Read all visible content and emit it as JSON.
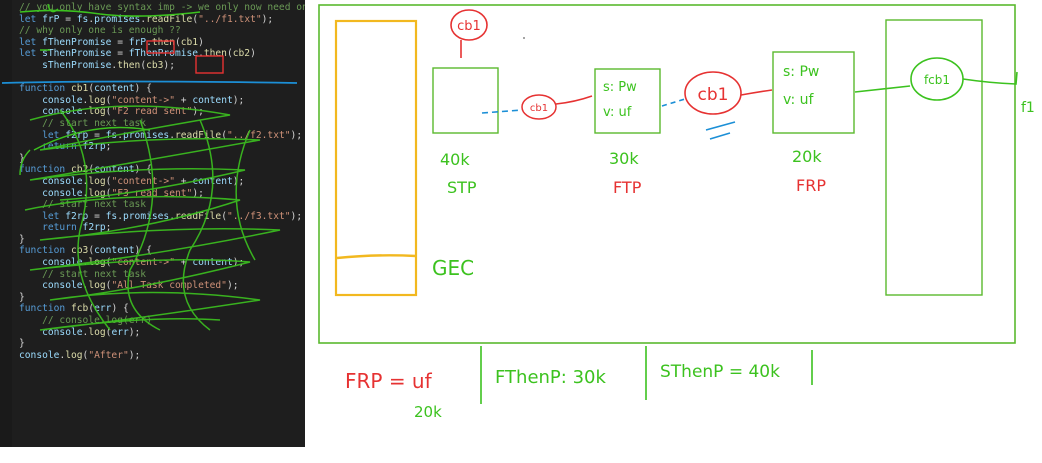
{
  "editor": {
    "lines": [
      "// you only have syntax imp -> we only now need on",
      "let frP = fs.promises.readFile(\"../f1.txt\");",
      "// why only one is enough ??",
      "let fThenPromise = frP.then(cb1)",
      "let sThenPromise = fThenPromise.then(cb2)",
      "    sThenPromise.then(cb3);",
      "",
      "function cb1(content) {",
      "    console.log(\"content->\" + content);",
      "    console.log(\"F2 read sent\");",
      "    // start next task",
      "    let f2rp = fs.promises.readFile(\"../f2.txt\");",
      "    return f2rp;",
      "}",
      "function cb2(content) {",
      "    console.log(\"content->\" + content);",
      "    console.log(\"F3 read sent\");",
      "    // start next task",
      "    let f2rp = fs.promises.readFile(\"../f3.txt\");",
      "    return f2rp;",
      "}",
      "function cb3(content) {",
      "    console.log(\"content->\" + content);",
      "    // start next task",
      "    console.log(\"All Task completed\");",
      "}",
      "function fcb(err) {",
      "    // console.log(err)",
      "    console.log(err);",
      "}",
      "console.log(\"After\");"
    ],
    "colors": {
      "background": "#1e1e1e",
      "keyword": "#569cd6",
      "variable": "#9cdcfe",
      "function": "#dcdcaa",
      "string": "#ce9178",
      "comment": "#6a9955",
      "text": "#d4d4d4"
    }
  },
  "whiteboard": {
    "cb_top": "cb1",
    "cb_small": "cb1",
    "cb_big": "cb1",
    "box_mid_top": "s: Pw",
    "box_mid_bottom": "v: uf",
    "box_right_top": "s: Pw",
    "box_right_bottom": "v: uf",
    "cb_far": "fcb1",
    "edge_f": "f1",
    "label_40k": "40k",
    "label_stp": "STP",
    "label_30k": "30k",
    "label_ftp": "FTP",
    "label_20k": "20k",
    "label_frp": "FRP",
    "label_gec": "GEC",
    "note_frp": "FRP = uf",
    "note_20k": "20k",
    "note_fthen": "FThenP: 30k",
    "note_sthen": "SThenP = 40k",
    "ink_colors": {
      "green": "#3cc21f",
      "red": "#e63232",
      "blue": "#1c8fd6",
      "yellow": "#f2b81f",
      "frame": "#5ab92e"
    }
  }
}
